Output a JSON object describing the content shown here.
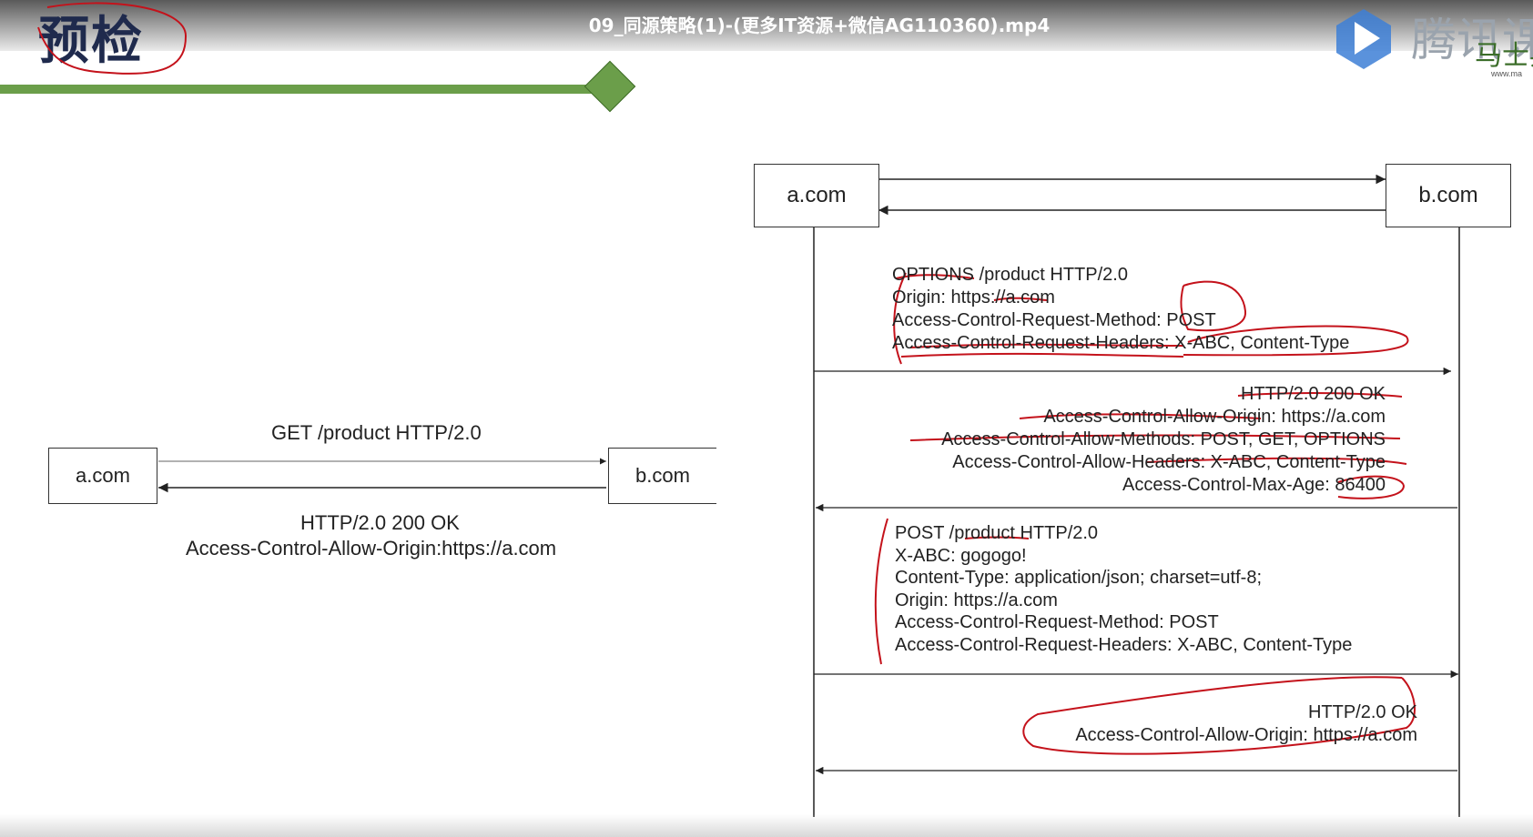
{
  "video": {
    "title": "09_同源策略(1)-(更多IT资源+微信AG110360).mp4"
  },
  "slide": {
    "heading": "预检",
    "logo_text": "腾讯课堂",
    "logo_sub": "马士兵",
    "logo_url": "www.ma"
  },
  "simple_flow": {
    "client": "a.com",
    "server": "b.com",
    "request": "GET /product HTTP/2.0",
    "response_line1": "HTTP/2.0 200 OK",
    "response_line2": "Access-Control-Allow-Origin:https://a.com"
  },
  "preflight_flow": {
    "client": "a.com",
    "server": "b.com",
    "options_request": [
      "OPTIONS /product HTTP/2.0",
      "Origin: https://a.com",
      "Access-Control-Request-Method: POST",
      "Access-Control-Request-Headers: X-ABC, Content-Type"
    ],
    "options_response": [
      "HTTP/2.0 200 OK",
      "Access-Control-Allow-Origin: https://a.com",
      "Access-Control-Allow-Methods: POST, GET, OPTIONS",
      "Access-Control-Allow-Headers: X-ABC, Content-Type",
      "Access-Control-Max-Age: 86400"
    ],
    "actual_request": [
      "POST /product HTTP/2.0",
      "X-ABC: gogogo!",
      "Content-Type: application/json; charset=utf-8;",
      "Origin: https://a.com",
      "Access-Control-Request-Method: POST",
      "Access-Control-Request-Headers: X-ABC, Content-Type"
    ],
    "actual_response": [
      "HTTP/2.0 OK",
      "Access-Control-Allow-Origin: https://a.com"
    ]
  },
  "colors": {
    "accent_green": "#6b9e4a",
    "annotation_red": "#c4121b",
    "heading_navy": "#1f2a4d"
  }
}
